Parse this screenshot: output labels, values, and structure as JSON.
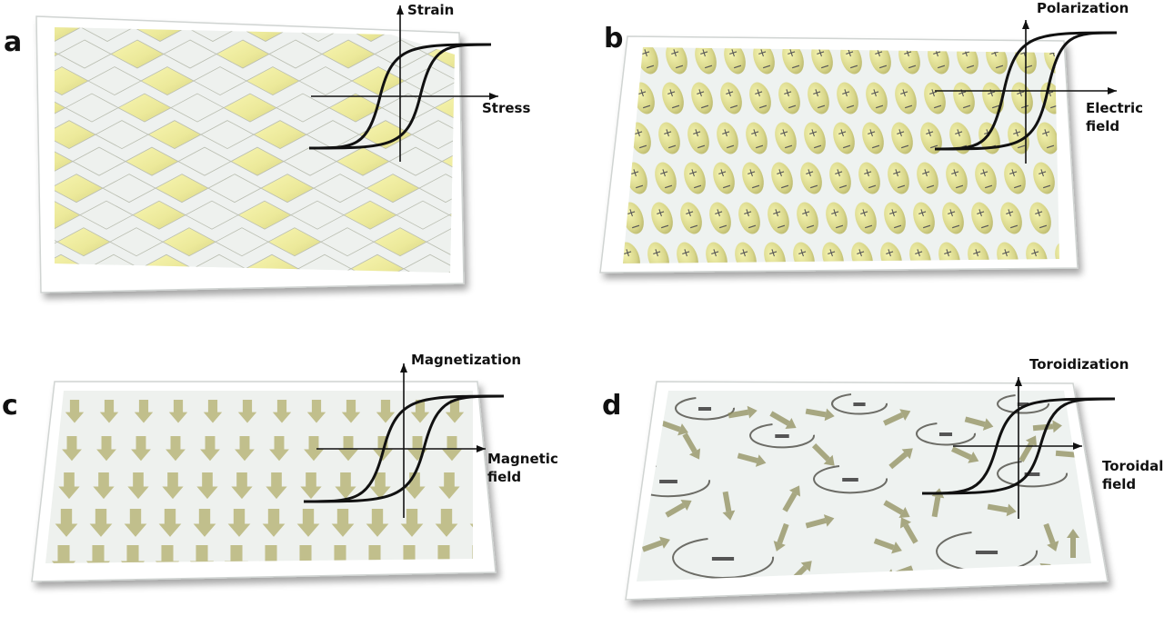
{
  "colors": {
    "yellow": "#f1efa2",
    "olive": "#b8b67a",
    "olive_dark": "#8f8e5c",
    "sheet": "#eef2f0",
    "frame": "#ffffff",
    "curve": "#111111",
    "ring": "#6c6c66"
  },
  "panels": [
    {
      "id": "a",
      "letter": "a",
      "pattern": "diamond-lattice",
      "y_label": [
        "Strain"
      ],
      "x_label": [
        "Stress"
      ]
    },
    {
      "id": "b",
      "letter": "b",
      "pattern": "electric-dipoles",
      "y_label": [
        "Polarization"
      ],
      "x_label": [
        "Electric",
        "field"
      ]
    },
    {
      "id": "c",
      "letter": "c",
      "pattern": "magnetic-arrows",
      "y_label": [
        "Magnetization"
      ],
      "x_label": [
        "Magnetic",
        "field"
      ]
    },
    {
      "id": "d",
      "letter": "d",
      "pattern": "toroidal-moments",
      "y_label": [
        "Toroidization"
      ],
      "x_label": [
        "Toroidal",
        "field"
      ]
    }
  ],
  "dipole_signs": {
    "plus": "+",
    "minus": "−"
  }
}
